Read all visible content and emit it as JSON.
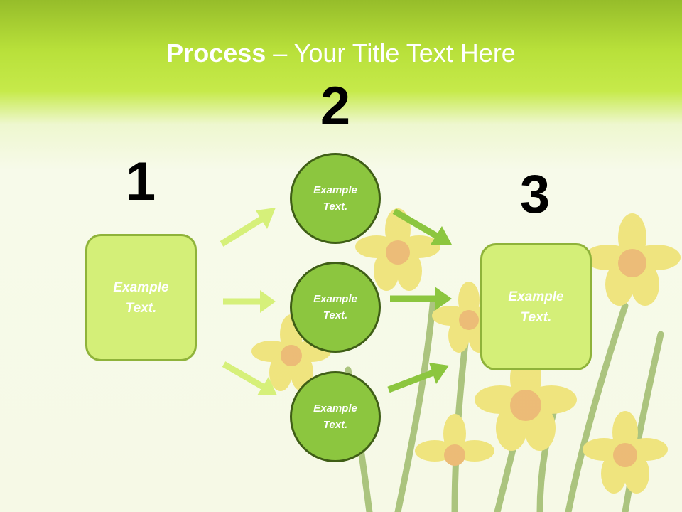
{
  "title": {
    "bold": "Process",
    "rest": " – Your Title Text Here"
  },
  "step_numbers": [
    "1",
    "2",
    "3"
  ],
  "left_box": {
    "label": "Example\nText."
  },
  "circles": [
    {
      "label": "Example\nText."
    },
    {
      "label": "Example\nText."
    },
    {
      "label": "Example\nText."
    }
  ],
  "right_box": {
    "label": "Example\nText."
  },
  "colors": {
    "header_green": "#b8e03a",
    "box_fill": "#d4ef78",
    "circle_fill": "#8cc63f",
    "circle_border": "#3f5e16",
    "arrow_light": "#d6f07a",
    "arrow_dark": "#8cc63f"
  }
}
